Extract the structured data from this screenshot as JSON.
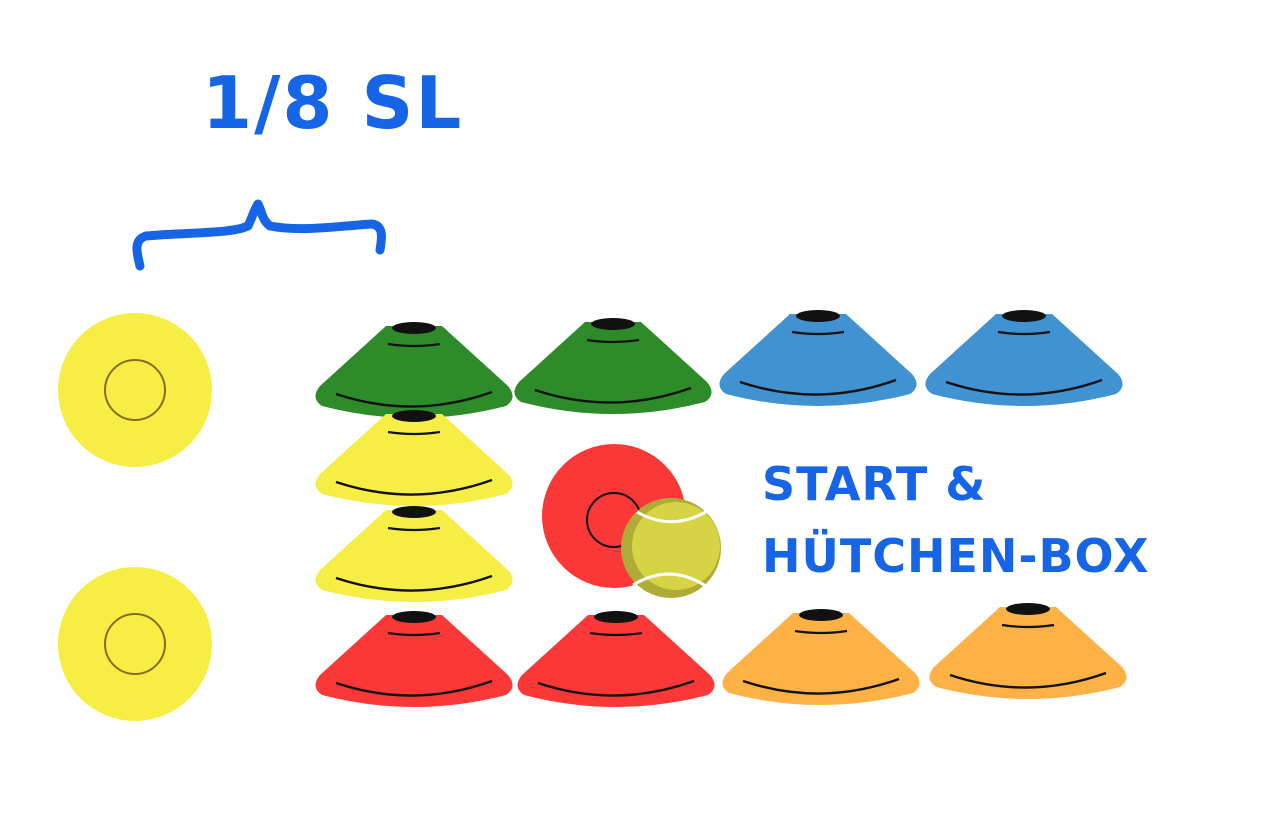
{
  "diagram": {
    "distance_label": "1/8 SL",
    "start_box_label_line1": "START &",
    "start_box_label_line2": "HÜTCHEN-BOX"
  },
  "colors": {
    "label_blue": "#1565e6",
    "cone_green": "#2e8b2a",
    "cone_blue": "#4192d0",
    "cone_yellow": "#f7ee45",
    "cone_red": "#fb3838",
    "cone_orange": "#feb145",
    "ball": "#d6d445",
    "cone_top": "#111111"
  },
  "icons": {
    "brace": "curly-brace-icon",
    "flat_marker": "flat-disc-marker-icon",
    "cone": "training-cone-icon",
    "ball": "tennis-ball-icon"
  }
}
